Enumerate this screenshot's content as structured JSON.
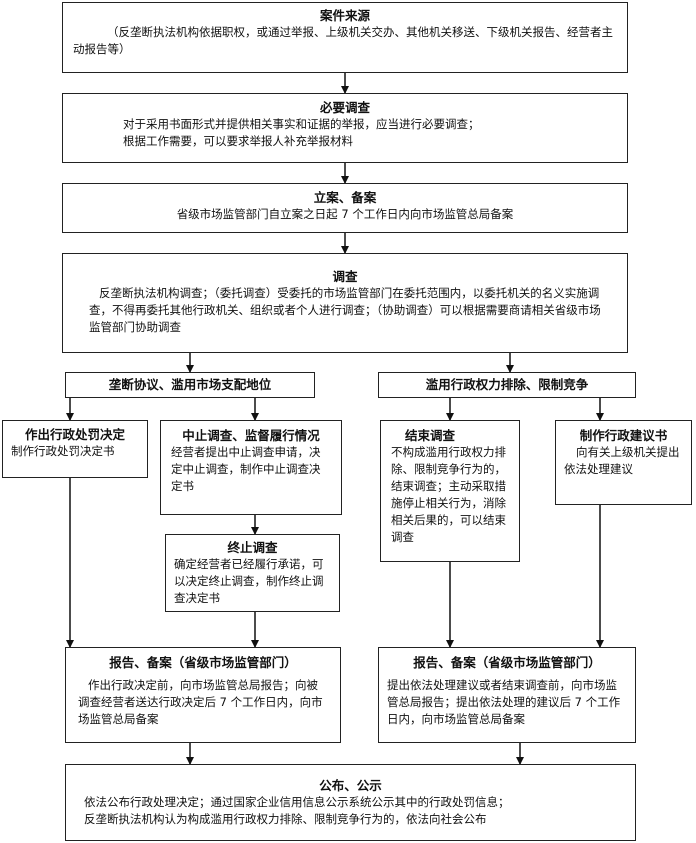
{
  "source": {
    "title": "案件来源",
    "text": "（反垄断执法机构依据职权，或通过举报、上级机关交办、其他机关移送、下级机关报告、经营者主动报告等）"
  },
  "investigate_needed": {
    "title": "必要调查",
    "lines": [
      "对于采用书面形式并提供相关事实和证据的举报，应当进行必要调查；",
      "根据工作需要，可以要求举报人补充举报材料"
    ]
  },
  "filing": {
    "title": "立案、备案",
    "text": "省级市场监管部门自立案之日起 7 个工作日内向市场监管总局备案"
  },
  "investigation": {
    "title": "调查",
    "text": "反垄断执法机构调查；（委托调查）受委托的市场监管部门在委托范围内，以委托机关的名义实施调查，不得再委托其他行政机关、组织或者个人进行调查；（协助调查）可以根据需要商请相关省级市场监管部门协助调查"
  },
  "left_branch": {
    "label": "垄断协议、滥用市场支配地位"
  },
  "right_branch": {
    "label": "滥用行政权力排除、限制竞争"
  },
  "penalty": {
    "title": "作出行政处罚决定",
    "text": "制作行政处罚决定书"
  },
  "suspend": {
    "title": "中止调查、监督履行情况",
    "text": "经营者提出中止调查申请，决定中止调查，制作中止调查决定书"
  },
  "terminate": {
    "title": "终止调查",
    "text": "确定经营者已经履行承诺，可以决定终止调查，制作终止调查决定书"
  },
  "end_investigation": {
    "title": "结束调查",
    "text": "不构成滥用行政权力排除、限制竞争行为的，结束调查；主动采取措施停止相关行为，消除相关后果的，可以结束调查"
  },
  "suggestion": {
    "title": "制作行政建议书",
    "text": "向有关上级机关提出依法处理建议"
  },
  "report_left": {
    "title": "报告、备案（省级市场监管部门）",
    "text": "作出行政决定前，向市场监管总局报告；向被调查经营者送达行政决定后 7 个工作日内，向市场监管总局备案"
  },
  "report_right": {
    "title": "报告、备案（省级市场监管部门）",
    "text": "提出依法处理建议或者结束调查前，向市场监管总局报告；提出依法处理的建议后 7 个工作日内，向市场监管总局备案"
  },
  "publish": {
    "title": "公布、公示",
    "lines": [
      "依法公布行政处理决定；通过国家企业信用信息公示系统公示其中的行政处罚信息；",
      "反垄断执法机构认为构成滥用行政权力排除、限制竞争行为的，依法向社会公布"
    ]
  }
}
